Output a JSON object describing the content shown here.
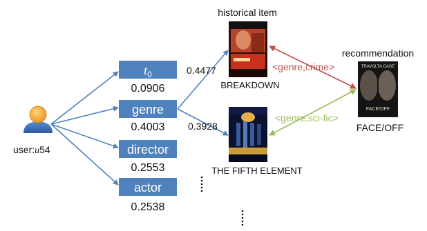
{
  "user": {
    "label_prefix": "user:",
    "label_var": "u",
    "label_num": "54"
  },
  "relations": [
    {
      "name": "t",
      "sub": "0",
      "weight": "0.0906"
    },
    {
      "name": "genre",
      "sub": "",
      "weight": "0.4003"
    },
    {
      "name": "director",
      "sub": "",
      "weight": "0.2553"
    },
    {
      "name": "actor",
      "sub": "",
      "weight": "0.2538"
    }
  ],
  "historical": {
    "heading": "historical item",
    "items": [
      {
        "title": "BREAKDOWN",
        "weight": "0.4477"
      },
      {
        "title": "THE FIFTH ELEMENT",
        "weight": "0.3928"
      }
    ]
  },
  "recommendation": {
    "heading": "recommendation",
    "title": "FACE/OFF",
    "poster_text": "TRAVOLTA  CAGE",
    "poster_mid": "FACE/OFF"
  },
  "links": [
    {
      "label": "<genre,crime>",
      "color": "#c0504d"
    },
    {
      "label": "<genre,sci-fic>",
      "color": "#9bbb59"
    }
  ],
  "colors": {
    "box": "#4f81bd",
    "edge": "#4f81bd"
  }
}
